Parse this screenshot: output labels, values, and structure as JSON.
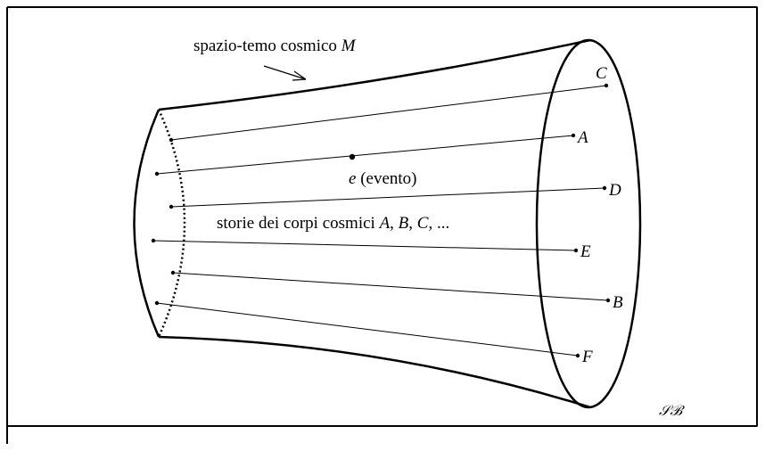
{
  "title_label": {
    "prefix": "spazio-temo cosmico ",
    "symbol": "M"
  },
  "event_label": {
    "symbol": "e",
    "text": " (evento)"
  },
  "histories_label": {
    "prefix": "storie dei corpi cosmici ",
    "a": "A",
    "sep1": ", ",
    "b": "B",
    "sep2": ", ",
    "c": "C",
    "suffix": ", ..."
  },
  "bodies": [
    "C",
    "A",
    "D",
    "E",
    "B",
    "F"
  ],
  "signature": "𝒮ℬ"
}
